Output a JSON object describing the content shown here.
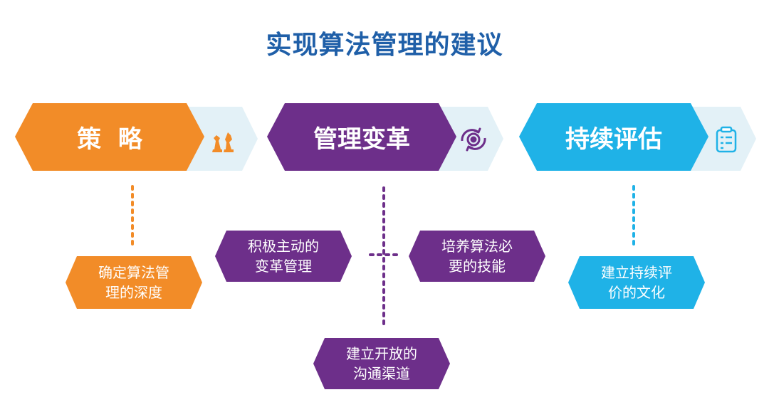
{
  "title": "实现算法管理的建议",
  "colors": {
    "title": "#1F5FA8",
    "strategy": "#F28C28",
    "change": "#6D2F8A",
    "evaluation": "#1FB2E7",
    "tab_bg": "#E3F1F7"
  },
  "pillars": [
    {
      "label": "策  略",
      "icon": "chess-pieces-icon",
      "sub_items": [
        "确定算法管\n理的深度"
      ]
    },
    {
      "label": "管理变革",
      "icon": "gear-cycle-icon",
      "sub_items": [
        "积极主动的\n变革管理",
        "培养算法必\n要的技能",
        "建立开放的\n沟通渠道"
      ]
    },
    {
      "label": "持续评估",
      "icon": "clipboard-checklist-icon",
      "sub_items": [
        "建立持续评\n价的文化"
      ]
    }
  ]
}
